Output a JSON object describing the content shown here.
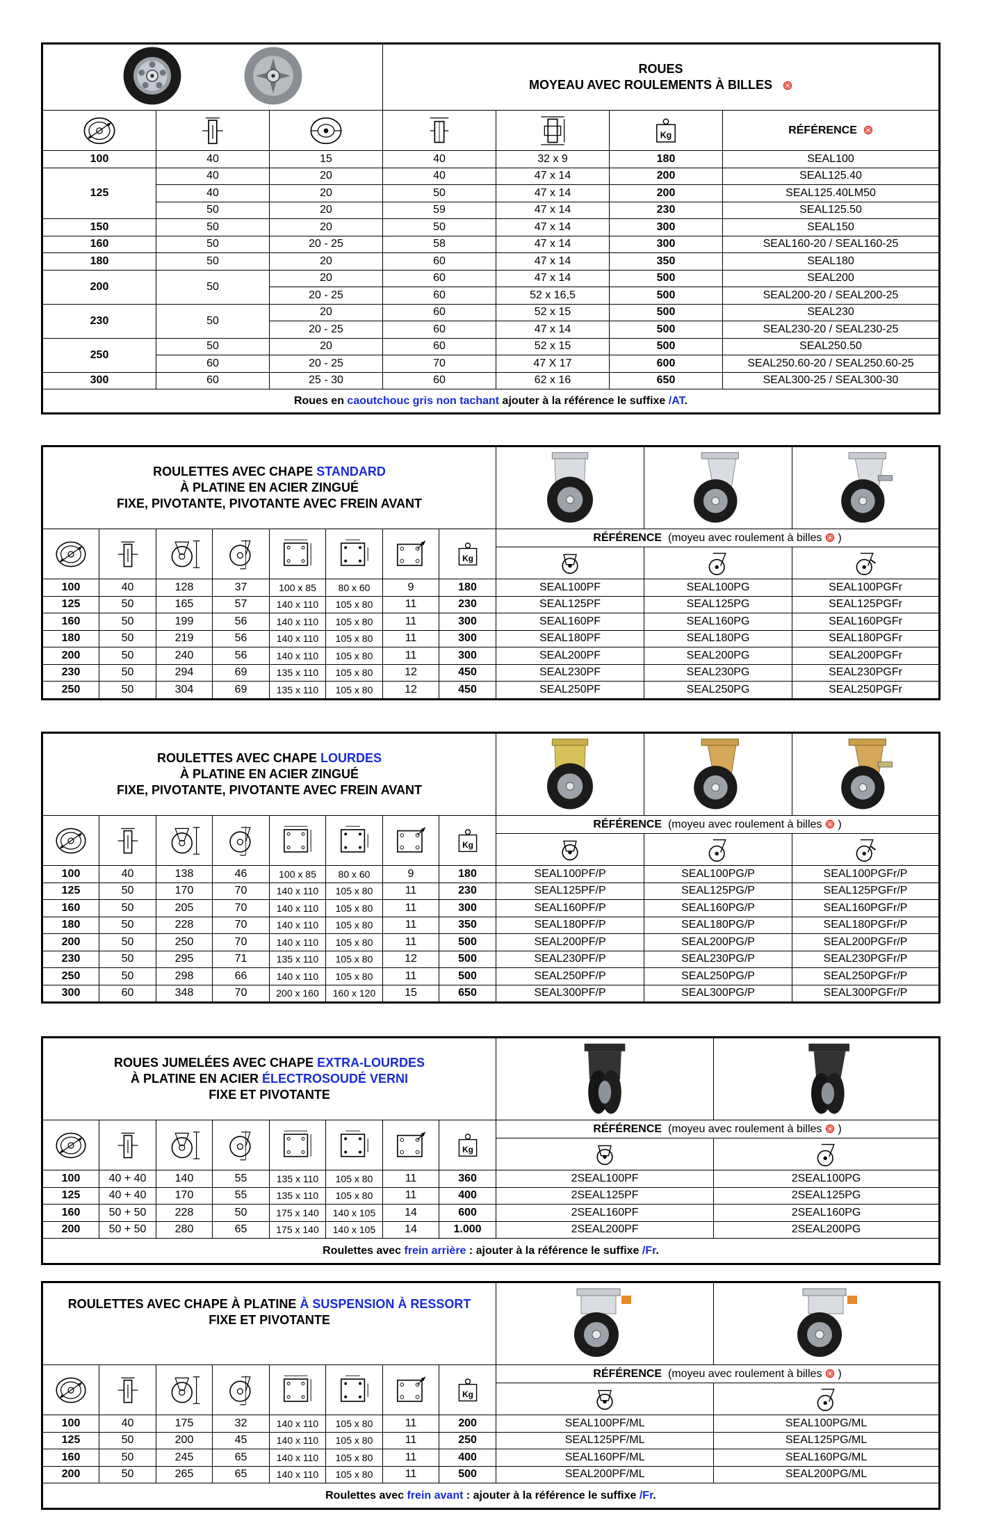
{
  "s1": {
    "title_1": "ROUES",
    "title_2": "MOYEAU AVEC ROULEMENTS À BILLES",
    "ref_label": "RÉFÉRENCE",
    "kg": "Kg",
    "rows": [
      [
        "100",
        "40",
        "15",
        "40",
        "32 x 9",
        "180",
        "SEAL100"
      ],
      [
        "125",
        "40",
        "20",
        "40",
        "47 x 14",
        "200",
        "SEAL125.40"
      ],
      [
        "",
        "40",
        "20",
        "50",
        "47 x 14",
        "200",
        "SEAL125.40LM50"
      ],
      [
        "",
        "50",
        "20",
        "59",
        "47 x 14",
        "230",
        "SEAL125.50"
      ],
      [
        "150",
        "50",
        "20",
        "50",
        "47 x 14",
        "300",
        "SEAL150"
      ],
      [
        "160",
        "50",
        "20 - 25",
        "58",
        "47 x 14",
        "300",
        "SEAL160-20 / SEAL160-25"
      ],
      [
        "180",
        "50",
        "20",
        "60",
        "47 x 14",
        "350",
        "SEAL180"
      ],
      [
        "200",
        "50",
        "20",
        "60",
        "47 x 14",
        "500",
        "SEAL200"
      ],
      [
        "",
        "",
        "20 - 25",
        "60",
        "52 x 16,5",
        "500",
        "SEAL200-20 / SEAL200-25"
      ],
      [
        "230",
        "50",
        "20",
        "60",
        "52 x 15",
        "500",
        "SEAL230"
      ],
      [
        "",
        "",
        "20 - 25",
        "60",
        "47 x 14",
        "500",
        "SEAL230-20 / SEAL230-25"
      ],
      [
        "250",
        "50",
        "20",
        "60",
        "52 x 15",
        "500",
        "SEAL250.50"
      ],
      [
        "",
        "60",
        "20 - 25",
        "70",
        "47 X 17",
        "600",
        "SEAL250.60-20 / SEAL250.60-25"
      ],
      [
        "300",
        "60",
        "25 - 30",
        "60",
        "62 x 16",
        "650",
        "SEAL300-25 / SEAL300-30"
      ]
    ],
    "note_a": "Roues en ",
    "note_b": "caoutchouc gris non tachant",
    "note_c": " ajouter à la référence le suffixe ",
    "note_d": "/AT",
    "note_e": "."
  },
  "s2": {
    "title_1a": "ROULETTES AVEC CHAPE ",
    "title_1b": "STANDARD",
    "title_2": "À PLATINE EN ACIER ZINGUÉ",
    "title_3": "FIXE, PIVOTANTE, PIVOTANTE AVEC FREIN AVANT",
    "ref_label": "RÉFÉRENCE",
    "ref_note": "(moyeu avec roulement à billes",
    "ref_close": ")",
    "kg": "Kg",
    "rows": [
      [
        "100",
        "40",
        "128",
        "37",
        "100 x 85",
        "80 x 60",
        "9",
        "180",
        "SEAL100PF",
        "SEAL100PG",
        "SEAL100PGFr"
      ],
      [
        "125",
        "50",
        "165",
        "57",
        "140 x 110",
        "105 x 80",
        "11",
        "230",
        "SEAL125PF",
        "SEAL125PG",
        "SEAL125PGFr"
      ],
      [
        "160",
        "50",
        "199",
        "56",
        "140 x 110",
        "105 x 80",
        "11",
        "300",
        "SEAL160PF",
        "SEAL160PG",
        "SEAL160PGFr"
      ],
      [
        "180",
        "50",
        "219",
        "56",
        "140 x 110",
        "105 x 80",
        "11",
        "300",
        "SEAL180PF",
        "SEAL180PG",
        "SEAL180PGFr"
      ],
      [
        "200",
        "50",
        "240",
        "56",
        "140 x 110",
        "105 x 80",
        "11",
        "300",
        "SEAL200PF",
        "SEAL200PG",
        "SEAL200PGFr"
      ],
      [
        "230",
        "50",
        "294",
        "69",
        "135 x 110",
        "105 x 80",
        "12",
        "450",
        "SEAL230PF",
        "SEAL230PG",
        "SEAL230PGFr"
      ],
      [
        "250",
        "50",
        "304",
        "69",
        "135 x 110",
        "105 x 80",
        "12",
        "450",
        "SEAL250PF",
        "SEAL250PG",
        "SEAL250PGFr"
      ]
    ]
  },
  "s3": {
    "title_1a": "ROULETTES AVEC CHAPE ",
    "title_1b": "LOURDES",
    "title_2": "À PLATINE EN ACIER ZINGUÉ",
    "title_3": "FIXE, PIVOTANTE, PIVOTANTE AVEC FREIN AVANT",
    "ref_label": "RÉFÉRENCE",
    "ref_note": "(moyeu avec roulement à billes",
    "ref_close": ")",
    "kg": "Kg",
    "rows": [
      [
        "100",
        "40",
        "138",
        "46",
        "100 x 85",
        "80 x 60",
        "9",
        "180",
        "SEAL100PF/P",
        "SEAL100PG/P",
        "SEAL100PGFr/P"
      ],
      [
        "125",
        "50",
        "170",
        "70",
        "140 x 110",
        "105 x 80",
        "11",
        "230",
        "SEAL125PF/P",
        "SEAL125PG/P",
        "SEAL125PGFr/P"
      ],
      [
        "160",
        "50",
        "205",
        "70",
        "140 x 110",
        "105 x 80",
        "11",
        "300",
        "SEAL160PF/P",
        "SEAL160PG/P",
        "SEAL160PGFr/P"
      ],
      [
        "180",
        "50",
        "228",
        "70",
        "140 x 110",
        "105 x 80",
        "11",
        "350",
        "SEAL180PF/P",
        "SEAL180PG/P",
        "SEAL180PGFr/P"
      ],
      [
        "200",
        "50",
        "250",
        "70",
        "140 x 110",
        "105 x 80",
        "11",
        "500",
        "SEAL200PF/P",
        "SEAL200PG/P",
        "SEAL200PGFr/P"
      ],
      [
        "230",
        "50",
        "295",
        "71",
        "135 x 110",
        "105 x 80",
        "12",
        "500",
        "SEAL230PF/P",
        "SEAL230PG/P",
        "SEAL230PGFr/P"
      ],
      [
        "250",
        "50",
        "298",
        "66",
        "140 x 110",
        "105 x 80",
        "11",
        "500",
        "SEAL250PF/P",
        "SEAL250PG/P",
        "SEAL250PGFr/P"
      ],
      [
        "300",
        "60",
        "348",
        "70",
        "200 x 160",
        "160 x 120",
        "15",
        "650",
        "SEAL300PF/P",
        "SEAL300PG/P",
        "SEAL300PGFr/P"
      ]
    ]
  },
  "s4": {
    "title_1a": "ROUES JUMELÉES AVEC CHAPE  ",
    "title_1b": "EXTRA-LOURDES",
    "title_2a": "À PLATINE EN ACIER ",
    "title_2b": "ÉLECTROSOUDÉ VERNI",
    "title_3": "FIXE ET PIVOTANTE",
    "ref_label": "RÉFÉRENCE",
    "ref_note": "(moyeu avec roulement à billes",
    "ref_close": ")",
    "kg": "Kg",
    "rows": [
      [
        "100",
        "40 + 40",
        "140",
        "55",
        "135 x 110",
        "105 x 80",
        "11",
        "360",
        "2SEAL100PF",
        "2SEAL100PG"
      ],
      [
        "125",
        "40 + 40",
        "170",
        "55",
        "135 x 110",
        "105 x 80",
        "11",
        "400",
        "2SEAL125PF",
        "2SEAL125PG"
      ],
      [
        "160",
        "50 + 50",
        "228",
        "50",
        "175 x 140",
        "140 x 105",
        "14",
        "600",
        "2SEAL160PF",
        "2SEAL160PG"
      ],
      [
        "200",
        "50 + 50",
        "280",
        "65",
        "175 x 140",
        "140 x 105",
        "14",
        "1.000",
        "2SEAL200PF",
        "2SEAL200PG"
      ]
    ],
    "note_a": "Roulettes avec ",
    "note_b": "frein arrière",
    "note_c": " : ajouter à la référence le suffixe ",
    "note_d": "/Fr",
    "note_e": "."
  },
  "s5": {
    "title_1a": "ROULETTES AVEC CHAPE À PLATINE ",
    "title_1b": "À SUSPENSION À RESSORT",
    "title_2": "FIXE ET PIVOTANTE",
    "ref_label": "RÉFÉRENCE",
    "ref_note": "(moyeu avec roulement à billes",
    "ref_close": ")",
    "kg": "Kg",
    "rows": [
      [
        "100",
        "40",
        "175",
        "32",
        "140 x 110",
        "105 x 80",
        "11",
        "200",
        "SEAL100PF/ML",
        "SEAL100PG/ML"
      ],
      [
        "125",
        "50",
        "200",
        "45",
        "140 x 110",
        "105 x 80",
        "11",
        "250",
        "SEAL125PF/ML",
        "SEAL125PG/ML"
      ],
      [
        "160",
        "50",
        "245",
        "65",
        "140 x 110",
        "105 x 80",
        "11",
        "400",
        "SEAL160PF/ML",
        "SEAL160PG/ML"
      ],
      [
        "200",
        "50",
        "265",
        "65",
        "140 x 110",
        "105 x 80",
        "11",
        "500",
        "SEAL200PF/ML",
        "SEAL200PG/ML"
      ]
    ],
    "note_a": "Roulettes avec ",
    "note_b": "frein avant",
    "note_c": " : ajouter à la référence le suffixe ",
    "note_d": "/Fr",
    "note_e": "."
  }
}
